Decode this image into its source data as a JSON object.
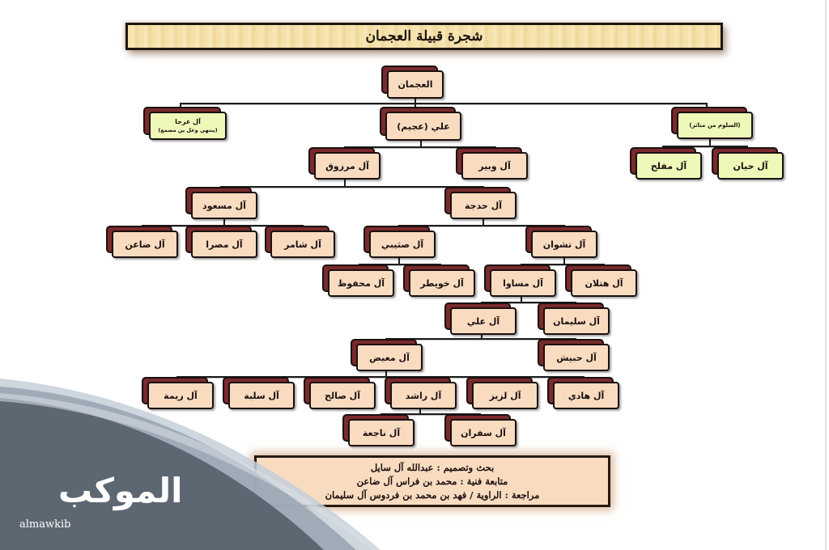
{
  "title": "شجرة قبيلة العجمان",
  "colors": {
    "node_fill": "#f9dcc0",
    "node_fill_green": "#eef8b8",
    "node_shadow": "#7a2a2c",
    "border": "#1a1010",
    "title_fill": "#f4dfa6",
    "brand_overlay": "#5c6672"
  },
  "tree": {
    "root": "العجمان",
    "level1": {
      "left_green": {
        "label": "آل غرجا",
        "note": "(ينتهي وعل بن مضمع)"
      },
      "center": "علي (عجيم)",
      "right_green": "(السلوم من متاثر)"
    },
    "level2": {
      "marzouq": "آل مرزوق",
      "wabir": "آل وبير",
      "muflih": "آل مفلح",
      "hayyan": "آل حيان"
    },
    "level3": {
      "masoud": "آل مسعود",
      "hadjah": "آل حدجة"
    },
    "level4": {
      "daen": "آل ضاعن",
      "misra": "آل مصرا",
      "shamir": "آل شامر",
      "sathibi": "آل صثيبي",
      "tashwan": "آل تشوان"
    },
    "level5": {
      "mahfouz": "آل محفوظ",
      "khuwaiter": "آل خويطر",
      "masawa": "آل مساوا",
      "hatlan": "آل هتلان"
    },
    "level6": {
      "ali": "آل علي",
      "sulaiman": "آل سليمان"
    },
    "level7": {
      "muaidh": "آل معيض",
      "hubaish": "آل حبيش"
    },
    "level8": {
      "rayma": "آل ريمة",
      "salba": "آل سلبة",
      "saleh": "آل صالح",
      "rashid": "آل راشد",
      "laziz": "آل لزيز",
      "hadi": "آل هادي"
    },
    "level9": {
      "najeah": "آل ناجعة",
      "safran": "آل سفران"
    }
  },
  "credits": {
    "line1": "بحث وتصميم : عبدالله آل سايل",
    "line2": "متابعة فنية : محمد بن فراس آل ضاعن",
    "line3": "مراجعة : الراوية / فهد بن محمد بن فردوس آل سليمان"
  },
  "brand": {
    "name": "الموكب",
    "latin": "almawkib"
  }
}
